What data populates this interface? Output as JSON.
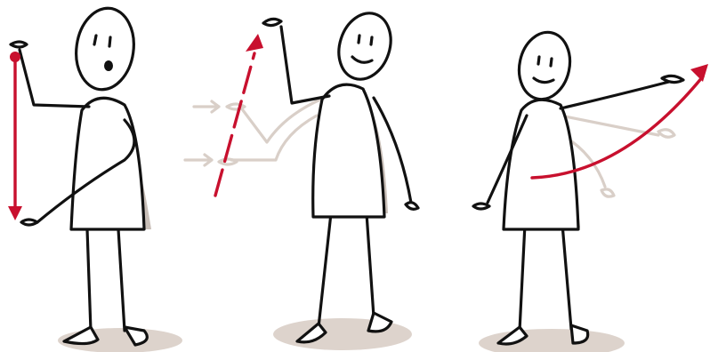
{
  "scene": {
    "colors": {
      "ink": "#111111",
      "accent_red": "#c8102e",
      "body_shade": "#c9bfb8",
      "ghost_limb": "#d9cfc8",
      "ground_shadow": "#ddd3cc",
      "background": "#ffffff"
    },
    "figures": [
      {
        "pose": "arm-raised-up",
        "expression": "surprised",
        "arrow": "vertical-down"
      },
      {
        "pose": "arm-raised-bent",
        "expression": "smiling",
        "arrow": "diagonal-up"
      },
      {
        "pose": "arm-extended-forward",
        "expression": "smiling",
        "arrow": "curved-outward"
      }
    ]
  }
}
